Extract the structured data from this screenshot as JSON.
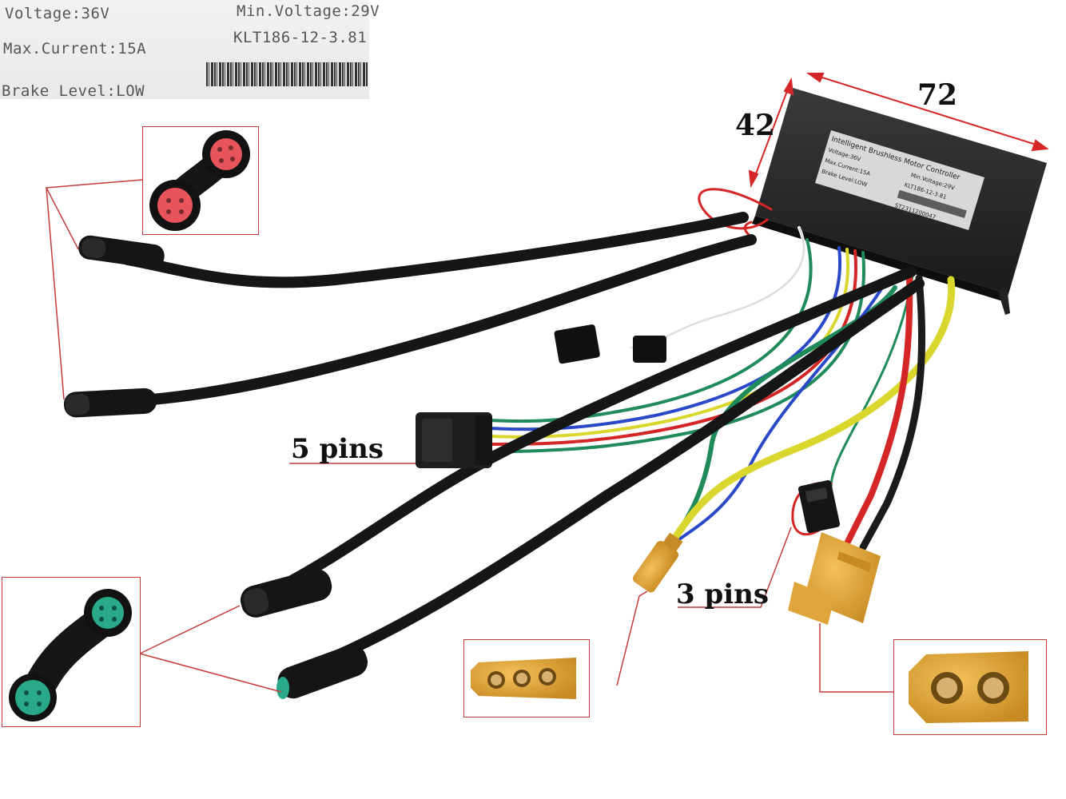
{
  "label_panel": {
    "lines": [
      "Voltage:36V",
      "Max.Current:15A",
      "Brake Level:LOW",
      "Min.Voltage:29V",
      "KLT186-12-3.81"
    ]
  },
  "controller": {
    "label_lines": [
      "Intelligent Brushless Motor Controller",
      "Voltage:36V",
      "Max.Current:15A",
      "Brake Level:LOW",
      "Min.Voltage:29V",
      "KLT186-12-3.81",
      "ST2311200047"
    ]
  },
  "dimensions": {
    "width_label": "72",
    "height_label": "42"
  },
  "annotations": {
    "five_pins": "5 pins",
    "three_pins": "3 pins"
  },
  "colors": {
    "annotation_line": "#c43b3b",
    "cable_black": "#1b1b1b",
    "wire_red": "#d42626",
    "wire_yellow": "#d9d62e",
    "wire_green": "#1f8a5a",
    "wire_blue": "#2a49c8",
    "wire_white": "#f2f2f2",
    "connector_pink": "#e8545c",
    "connector_teal": "#2aa88a",
    "xt_connector": "#e3a536"
  }
}
